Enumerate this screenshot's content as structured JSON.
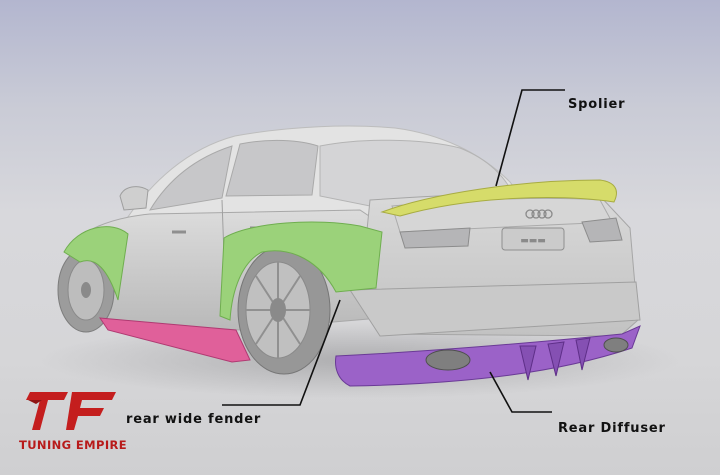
{
  "callouts": {
    "spoiler": "Spolier",
    "rear_fender": "rear wide fender",
    "rear_diffuser": "Rear Diffuser"
  },
  "brand": {
    "logo_letters": "TF",
    "name": "TUNING EMPIRE",
    "color": "#c41e1e"
  },
  "colors": {
    "spoiler": "#d6dc6a",
    "fender": "#9bd27a",
    "side_skirt": "#e0609a",
    "diffuser": "#9b62c8",
    "body": "#d0d0d0"
  }
}
